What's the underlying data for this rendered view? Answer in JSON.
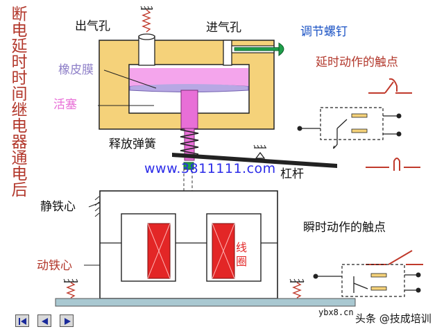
{
  "title": "断电延时时间继电器通电后",
  "labels": {
    "outlet": "出气孔",
    "inlet": "进气孔",
    "adjust_screw": "调节螺钉",
    "rubber_film": "橡皮膜",
    "piston": "活塞",
    "delayed_contact": "延时动作的触点",
    "release_spring": "释放弹簧",
    "lever": "杠杆",
    "static_core": "静铁心",
    "instant_contact": "瞬时动作的触点",
    "coil": "线圈",
    "moving_core": "动铁心"
  },
  "watermark_url": "www.3811111.com",
  "footer": {
    "site": "ybx8.cn",
    "source": "头条 @技成培训"
  },
  "colors": {
    "title": "#b2372b",
    "rubber_film": "#8e7fc8",
    "piston": "#e86fd7",
    "adjust_screw": "#1a52c4",
    "body": "#f5d27a",
    "coil": "#e32626",
    "url": "#2a2ae8",
    "screw_head": "#1e9e4a"
  },
  "nav_icons": [
    "first-page-icon",
    "prev-page-icon",
    "next-page-icon"
  ]
}
